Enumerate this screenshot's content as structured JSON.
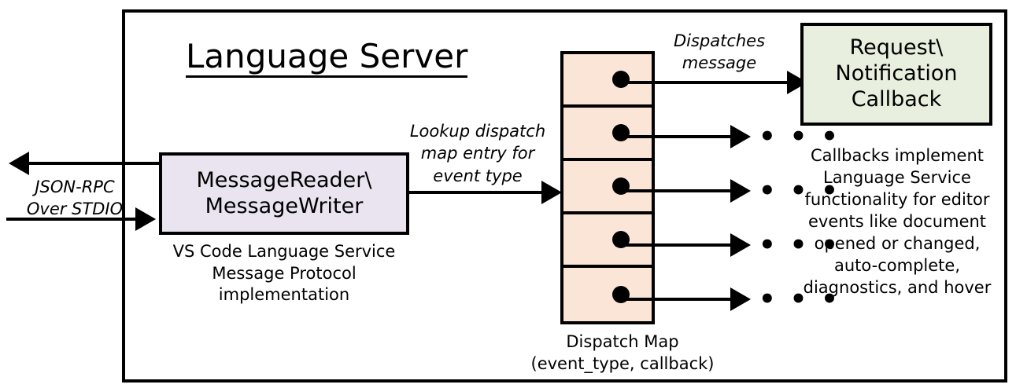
{
  "diagram": {
    "title": "Language Server",
    "container_label": "Language Server"
  },
  "io": {
    "protocol_label_line1": "JSON-RPC",
    "protocol_label_line2": "Over STDIO",
    "outbound_arrow": "arrow-left",
    "inbound_arrow": "arrow-right"
  },
  "reader_box": {
    "line1": "MessageReader\\",
    "line2": "MessageWriter",
    "fill": "#E9E4EF",
    "caption_line1": "VS Code Language Service",
    "caption_line2": "Message Protocol implementation"
  },
  "lookup_edge": {
    "line1": "Lookup dispatch",
    "line2": "map entry for",
    "line3": "event type"
  },
  "dispatch_map": {
    "fill": "#FBE5D6",
    "caption_line1": "Dispatch Map",
    "caption_line2": "(event_type, callback)",
    "rows": [
      {
        "index": 1,
        "dot": "callback-dot"
      },
      {
        "index": 2,
        "dot": "callback-dot"
      },
      {
        "index": 3,
        "dot": "callback-dot"
      },
      {
        "index": 4,
        "dot": "callback-dot"
      },
      {
        "index": 5,
        "dot": "callback-dot"
      }
    ]
  },
  "dispatch_edge": {
    "line1": "Dispatches",
    "line2": "message"
  },
  "callback_box": {
    "line1": "Request\\",
    "line2": "Notification",
    "line3": "Callback",
    "fill": "#E8EFDE"
  },
  "callback_caption": {
    "line1": "Callbacks implement",
    "line2": "Language Service",
    "line3": "functionality for editor",
    "line4": "events like document",
    "line5": "opened or changed,",
    "line6": "auto-complete,",
    "line7": "diagnostics, and hover"
  },
  "ellipses": {
    "glyph": "• • •",
    "count": 4
  },
  "colors": {
    "stroke": "#000000",
    "background": "#FFFFFF",
    "reader_fill": "#E9E4EF",
    "map_fill": "#FBE5D6",
    "callback_fill": "#E8EFDE"
  }
}
